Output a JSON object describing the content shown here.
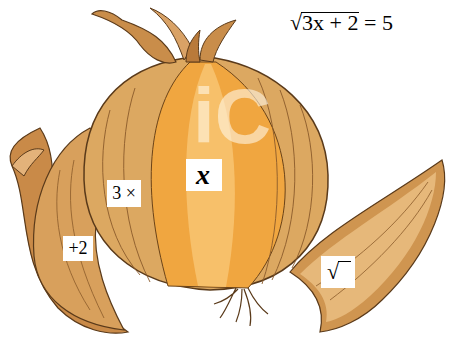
{
  "diagram": {
    "nodes": [
      {
        "text": [
          "x"
        ]
      },
      {
        "text": [
          "3 ×"
        ]
      },
      {
        "text": [
          "+2"
        ]
      },
      {
        "text": [
          "√"
        ]
      }
    ],
    "labels": [
      "√3x + 2 = 5",
      "iC"
    ]
  }
}
